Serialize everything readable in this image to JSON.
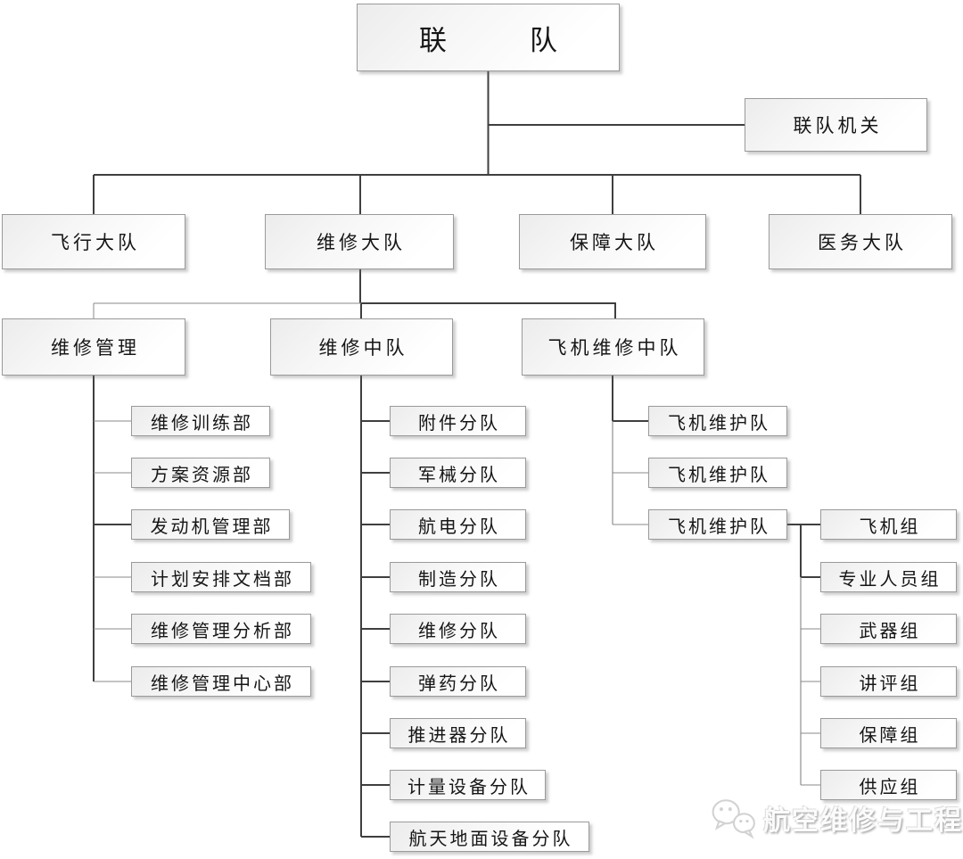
{
  "nodes": {
    "root": "联　　　队",
    "hq": "联队机关",
    "groups": [
      "飞行大队",
      "维修大队",
      "保障大队",
      "医务大队"
    ],
    "maintenance_units": [
      "维修管理",
      "维修中队",
      "飞机维修中队"
    ],
    "management_depts": [
      "维修训练部",
      "方案资源部",
      "发动机管理部",
      "计划安排文档部",
      "维修管理分析部",
      "维修管理中心部"
    ],
    "squadron_flights": [
      "附件分队",
      "军械分队",
      "航电分队",
      "制造分队",
      "维修分队",
      "弹药分队",
      "推进器分队",
      "计量设备分队",
      "航天地面设备分队"
    ],
    "aircraft_units": [
      "飞机维护队",
      "飞机维护队",
      "飞机维护队"
    ],
    "crew_groups": [
      "飞机组",
      "专业人员组",
      "武器组",
      "讲评组",
      "保障组",
      "供应组"
    ]
  },
  "watermark": {
    "text": "航空维修与工程",
    "icon": "wechat-icon"
  },
  "colors": {
    "line_dark": "#3f3f3f",
    "line_light": "#8a8a8a",
    "box_border": "#9a9a9a"
  }
}
